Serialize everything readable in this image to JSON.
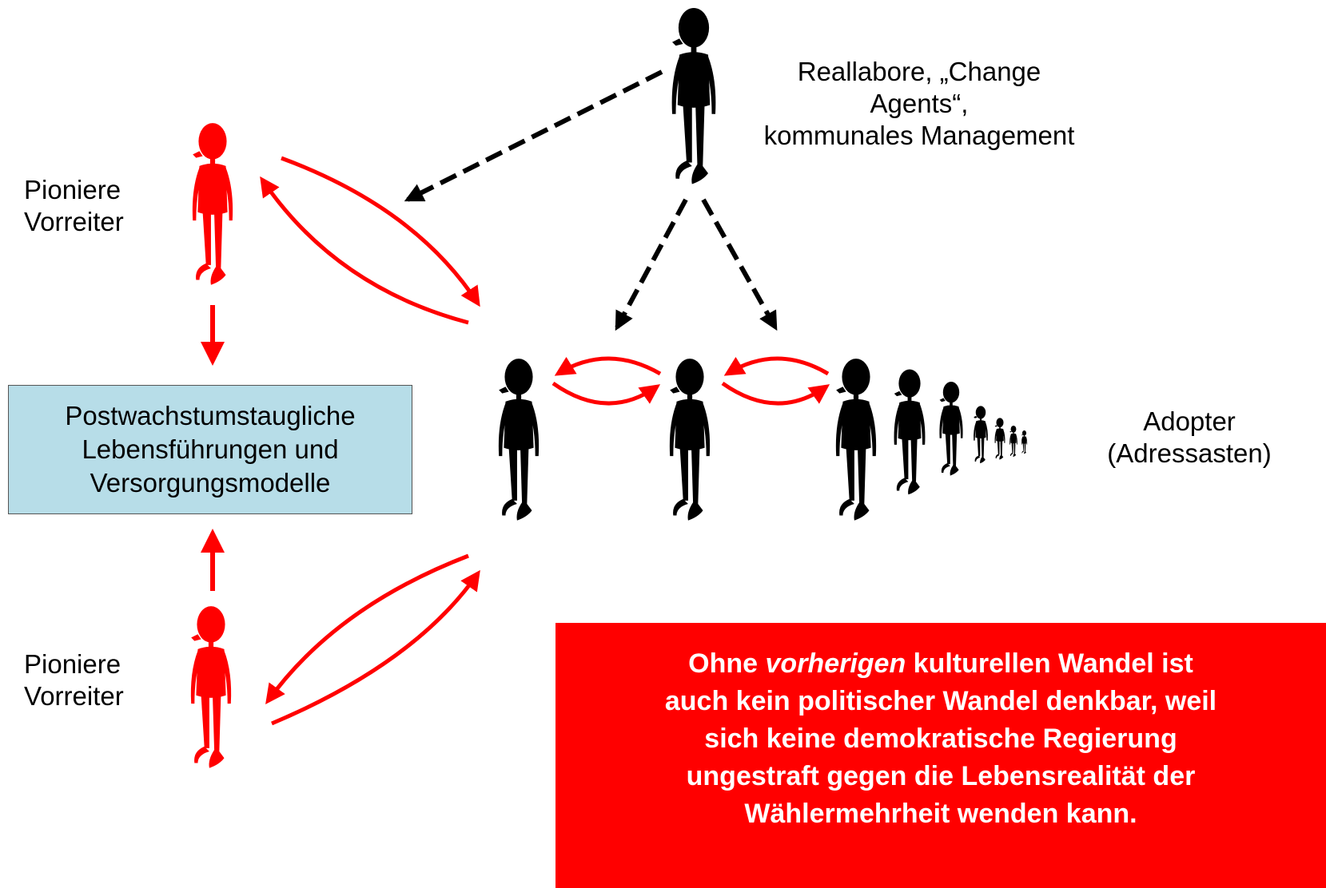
{
  "labels": {
    "top_agents_line1": "Reallabore, „Change Agents“,",
    "top_agents_line2": "kommunales Management",
    "pioneers_top_line1": "Pioniere",
    "pioneers_top_line2": "Vorreiter",
    "pioneers_bottom_line1": "Pioniere",
    "pioneers_bottom_line2": "Vorreiter",
    "adopter_line1": "Adopter",
    "adopter_line2": "(Adressasten)"
  },
  "center_box": {
    "line1": "Postwachstumstaugliche",
    "line2": "Lebensführungen und",
    "line3": "Versorgungsmodelle"
  },
  "statement_box": {
    "part1": "Ohne ",
    "part2_italic": "vorherigen",
    "part3": " kulturellen Wandel ist",
    "line2": "auch kein politischer Wandel denkbar, weil",
    "line3": "sich keine demokratische Regierung",
    "line4": "ungestraft gegen die Lebensrealität der",
    "line5": "Wählermehrheit wenden kann."
  },
  "colors": {
    "red": "#ff0000",
    "figure_black": "#000000",
    "box_fill": "#b7dde8"
  },
  "figures": [
    {
      "role": "change-agent",
      "color": "black"
    },
    {
      "role": "pioneer-top",
      "color": "red"
    },
    {
      "role": "pioneer-bottom",
      "color": "red"
    },
    {
      "role": "adopter",
      "color": "black"
    },
    {
      "role": "adopter",
      "color": "black"
    },
    {
      "role": "adopter",
      "color": "black"
    },
    {
      "role": "adopter",
      "color": "black"
    },
    {
      "role": "adopter",
      "color": "black"
    },
    {
      "role": "adopter",
      "color": "black"
    },
    {
      "role": "adopter",
      "color": "black"
    },
    {
      "role": "adopter",
      "color": "black"
    },
    {
      "role": "adopter",
      "color": "black"
    }
  ]
}
